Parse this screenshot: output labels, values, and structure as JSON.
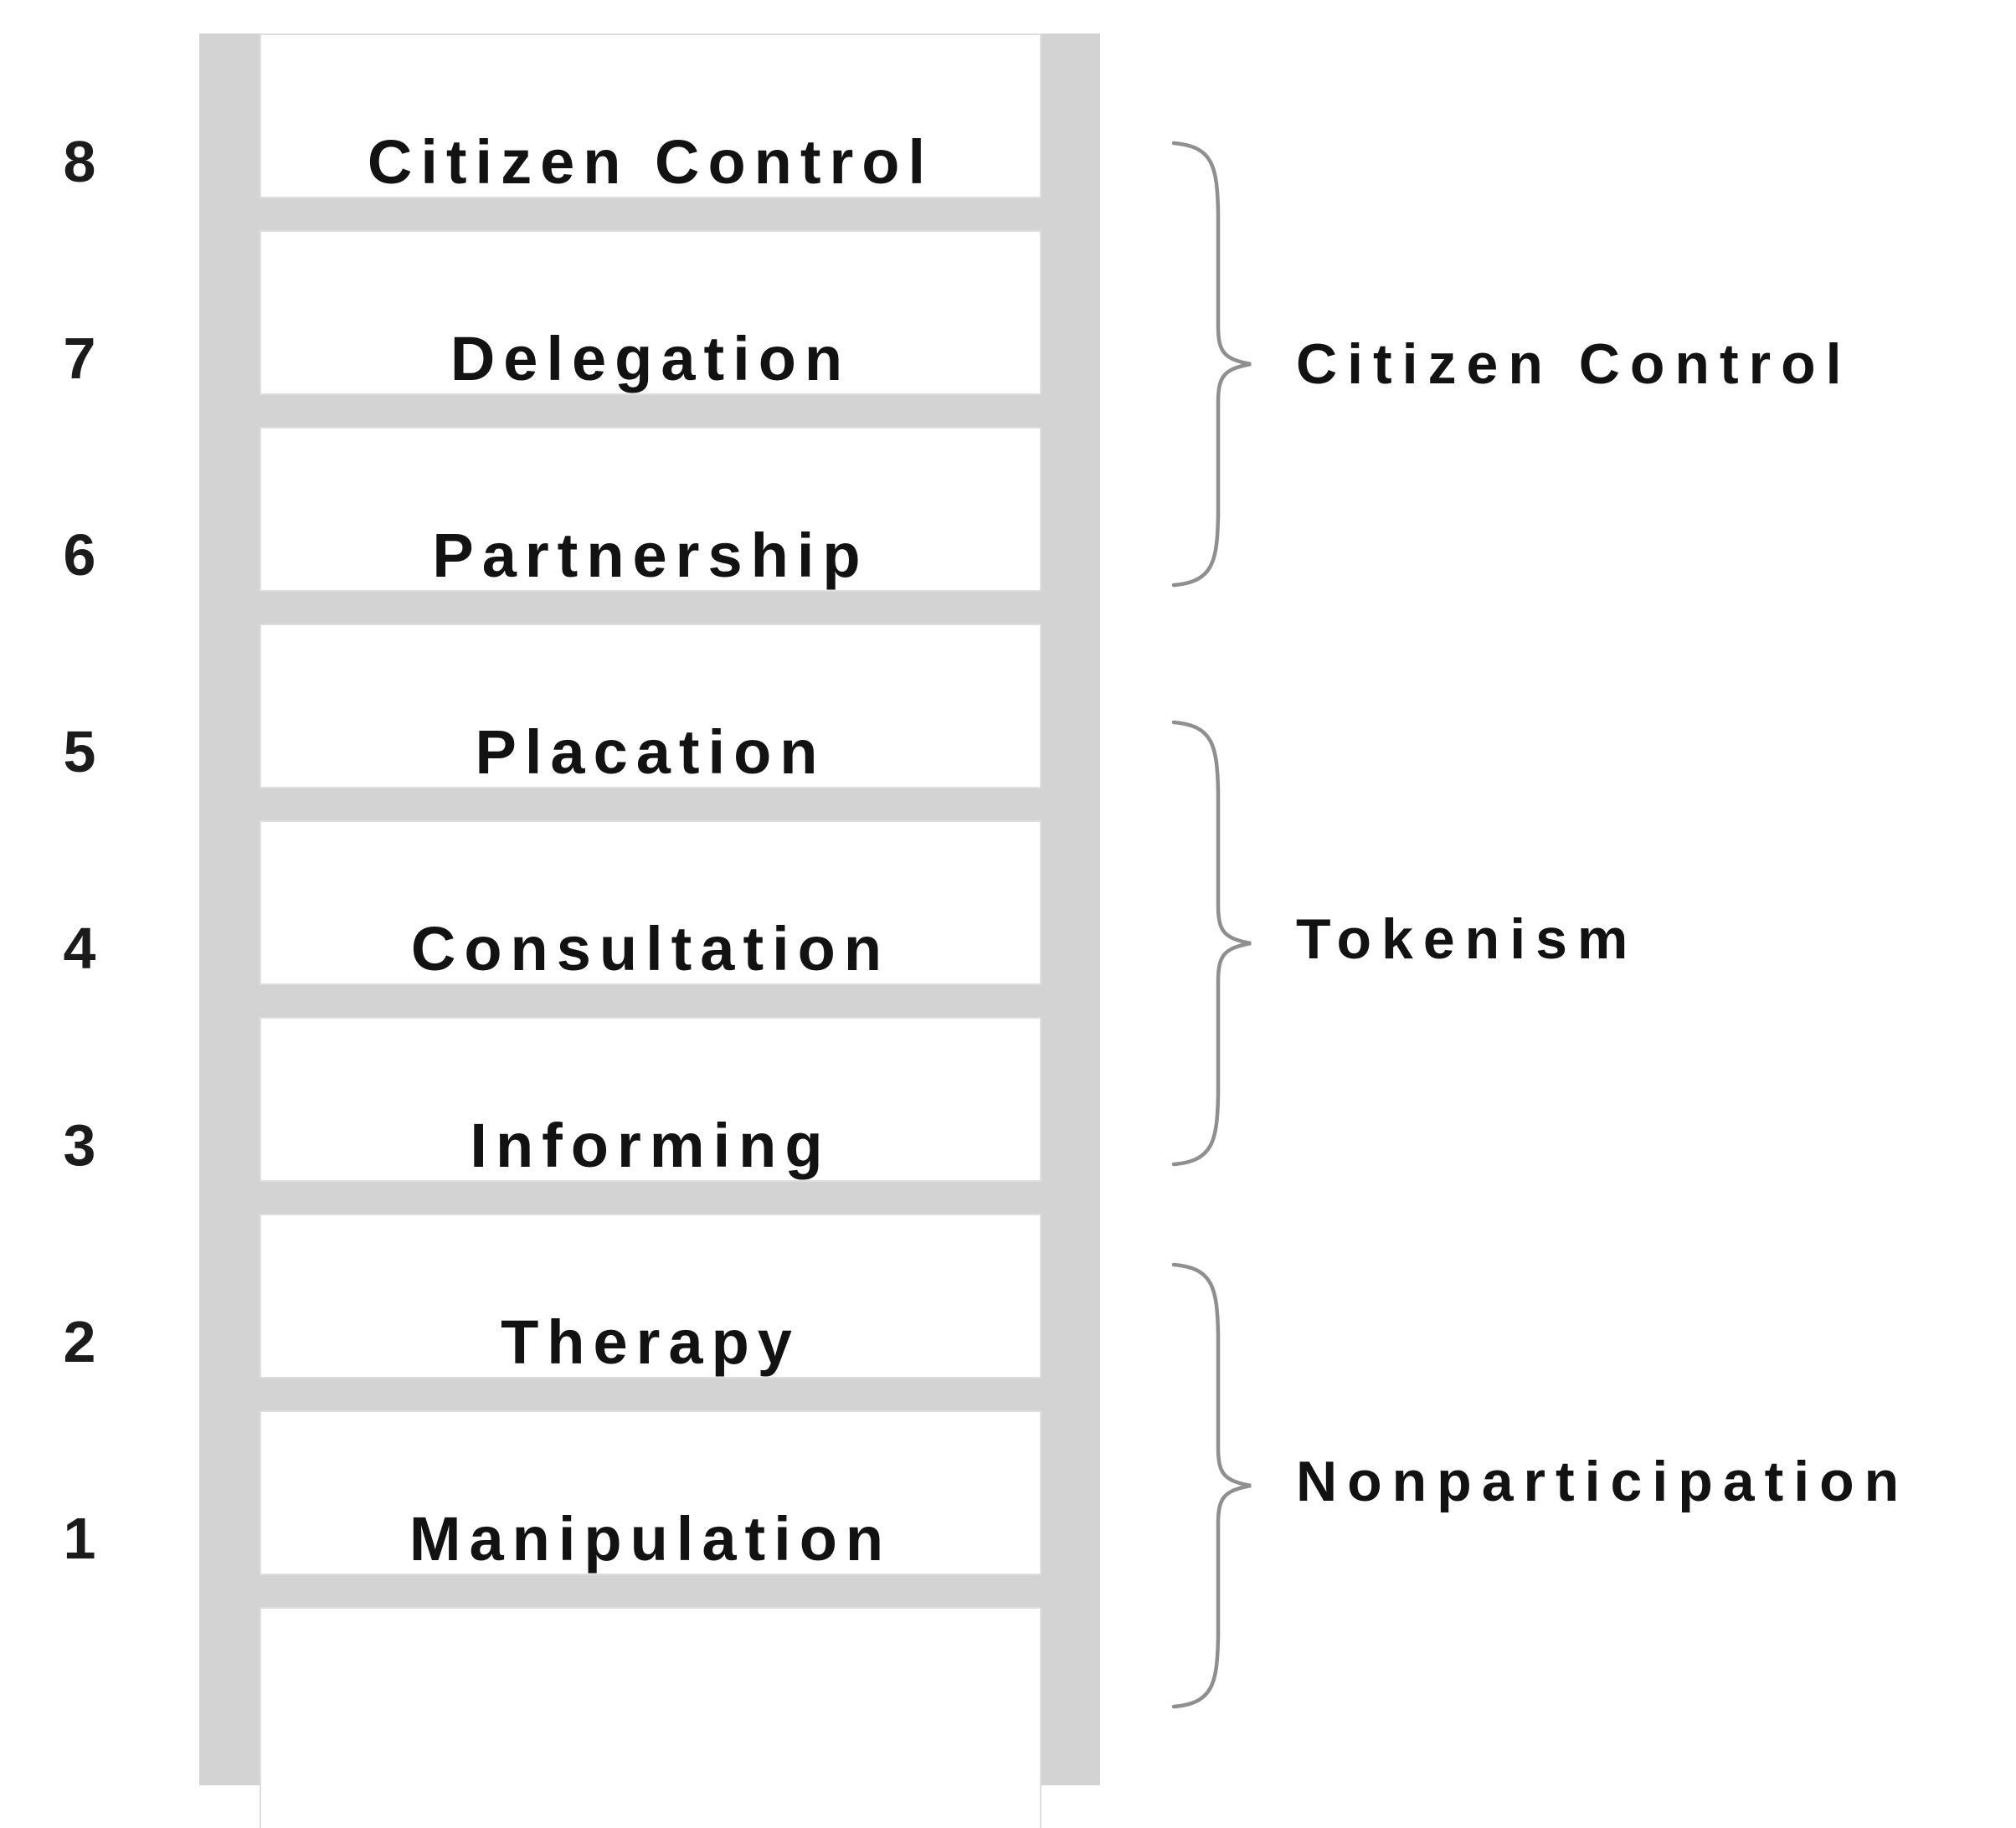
{
  "diagram": {
    "rungs": [
      {
        "number": "8",
        "label": "Citizen Control"
      },
      {
        "number": "7",
        "label": "Delegation"
      },
      {
        "number": "6",
        "label": "Partnership"
      },
      {
        "number": "5",
        "label": "Placation"
      },
      {
        "number": "4",
        "label": "Consultation"
      },
      {
        "number": "3",
        "label": "Informing"
      },
      {
        "number": "2",
        "label": "Therapy"
      },
      {
        "number": "1",
        "label": "Manipulation"
      }
    ],
    "groups": [
      {
        "label": "Citizen Control"
      },
      {
        "label": "Tokenism"
      },
      {
        "label": "Nonparticipation"
      }
    ],
    "colors": {
      "ladder_gray": "#d3d3d3",
      "rung_border": "#dedede",
      "brace_gray": "#8f8f8f",
      "text": "#121212"
    }
  }
}
